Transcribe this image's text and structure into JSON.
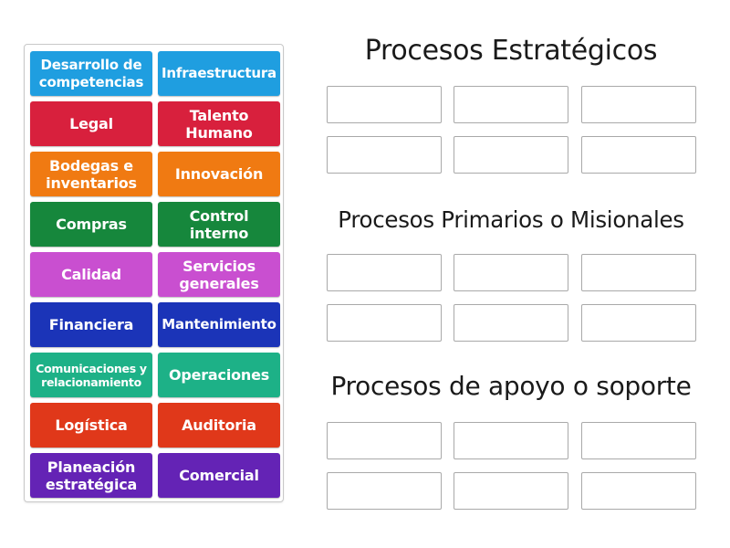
{
  "activity": {
    "tiles": [
      {
        "label": "Desarrollo de competencias",
        "color": "#1f9ee0"
      },
      {
        "label": "Infraestructura",
        "color": "#1f9ee0"
      },
      {
        "label": "Legal",
        "color": "#d8203d"
      },
      {
        "label": "Talento Humano",
        "color": "#d8203d"
      },
      {
        "label": "Bodegas e inventarios",
        "color": "#f07a12"
      },
      {
        "label": "Innovación",
        "color": "#f07a12"
      },
      {
        "label": "Compras",
        "color": "#16873c"
      },
      {
        "label": "Control interno",
        "color": "#16873c"
      },
      {
        "label": "Calidad",
        "color": "#c94fd0"
      },
      {
        "label": "Servicios generales",
        "color": "#c94fd0"
      },
      {
        "label": "Financiera",
        "color": "#1b34b8"
      },
      {
        "label": "Mantenimiento",
        "color": "#1b34b8"
      },
      {
        "label": "Comunicaciones y relacionamiento",
        "color": "#1db187"
      },
      {
        "label": "Operaciones",
        "color": "#1db187"
      },
      {
        "label": "Logística",
        "color": "#e0381a"
      },
      {
        "label": "Auditoria",
        "color": "#e0381a"
      },
      {
        "label": "Planeación estratégica",
        "color": "#6423b5"
      },
      {
        "label": "Comercial",
        "color": "#6423b5"
      }
    ],
    "groups": [
      {
        "title": "Procesos Estratégicos",
        "slots": 6
      },
      {
        "title": "Procesos Primarios o Misionales",
        "slots": 6
      },
      {
        "title": "Procesos de apoyo o soporte",
        "slots": 6
      }
    ]
  }
}
